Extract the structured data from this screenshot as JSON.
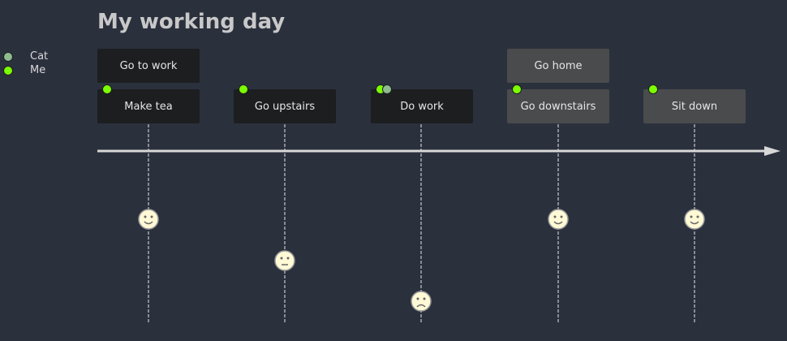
{
  "title": "My working day",
  "actors": [
    {
      "name": "Cat",
      "color": "#8fbc8f"
    },
    {
      "name": "Me",
      "color": "#7cfc00"
    }
  ],
  "sections": [
    {
      "name": "Go to work",
      "color": "#1c1e20"
    },
    {
      "name": "Go home",
      "color": "#4a4b4c"
    }
  ],
  "tasks": [
    {
      "label": "Make tea",
      "section": 0,
      "score": 5,
      "actors": [
        "Me"
      ]
    },
    {
      "label": "Go upstairs",
      "section": 0,
      "score": 3,
      "actors": [
        "Me"
      ]
    },
    {
      "label": "Do work",
      "section": 0,
      "score": 1,
      "actors": [
        "Me",
        "Cat"
      ]
    },
    {
      "label": "Go downstairs",
      "section": 1,
      "score": 5,
      "actors": [
        "Me"
      ]
    },
    {
      "label": "Sit down",
      "section": 1,
      "score": 5,
      "actors": [
        "Me"
      ]
    }
  ]
}
